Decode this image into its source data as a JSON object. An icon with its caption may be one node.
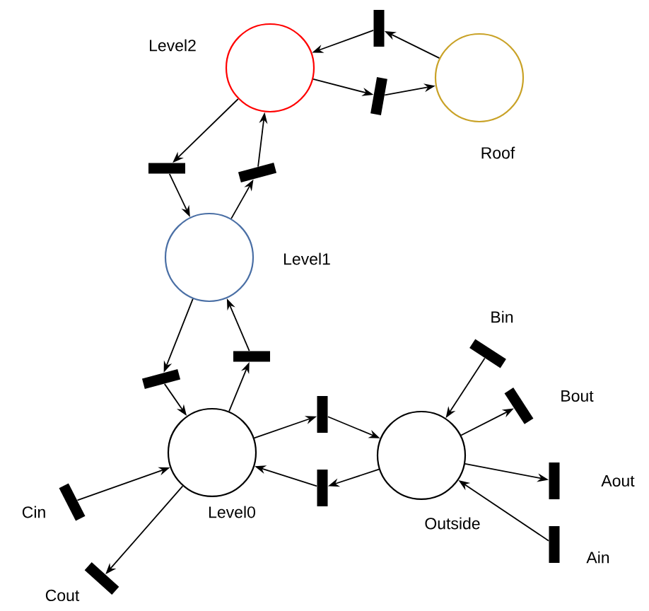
{
  "diagram": {
    "nodes": [
      {
        "text": [
          "Level2"
        ]
      },
      {
        "text": [
          "Roof"
        ]
      },
      {
        "text": [
          "Level1"
        ]
      },
      {
        "text": [
          "Level0"
        ]
      },
      {
        "text": [
          "Outside"
        ]
      },
      {
        "text": [],
        "shape": "bar"
      },
      {
        "text": [],
        "shape": "bar"
      },
      {
        "text": [],
        "shape": "bar"
      },
      {
        "text": [],
        "shape": "bar"
      },
      {
        "text": [],
        "shape": "bar"
      },
      {
        "text": [],
        "shape": "bar"
      },
      {
        "text": [],
        "shape": "bar"
      },
      {
        "text": [],
        "shape": "bar"
      },
      {
        "text": [],
        "shape": "bar",
        "beside": [
          "Bin"
        ]
      },
      {
        "text": [],
        "shape": "bar",
        "beside": [
          "Bout"
        ]
      },
      {
        "text": [],
        "shape": "bar",
        "beside": [
          "Aout"
        ]
      },
      {
        "text": [],
        "shape": "bar",
        "beside": [
          "Ain"
        ]
      },
      {
        "text": [],
        "shape": "bar",
        "beside": [
          "Cin"
        ]
      },
      {
        "text": [],
        "shape": "bar",
        "beside": [
          "Cout"
        ]
      }
    ],
    "edges": [
      {
        "from": 1,
        "to": 5,
        "arrow": "to"
      },
      {
        "from": 5,
        "to": 0,
        "arrow": "to"
      },
      {
        "from": 0,
        "to": 6,
        "arrow": "to"
      },
      {
        "from": 6,
        "to": 1,
        "arrow": "to"
      },
      {
        "from": 0,
        "to": 7,
        "arrow": "to"
      },
      {
        "from": 7,
        "to": 2,
        "arrow": "to"
      },
      {
        "from": 2,
        "to": 8,
        "arrow": "to"
      },
      {
        "from": 8,
        "to": 0,
        "arrow": "to"
      },
      {
        "from": 2,
        "to": 9,
        "arrow": "to"
      },
      {
        "from": 9,
        "to": 3,
        "arrow": "to"
      },
      {
        "from": 3,
        "to": 10,
        "arrow": "to"
      },
      {
        "from": 10,
        "to": 2,
        "arrow": "to"
      },
      {
        "from": 3,
        "to": 11,
        "arrow": "to"
      },
      {
        "from": 11,
        "to": 4,
        "arrow": "to"
      },
      {
        "from": 4,
        "to": 12,
        "arrow": "to"
      },
      {
        "from": 12,
        "to": 3,
        "arrow": "to"
      },
      {
        "from": 13,
        "to": 4,
        "arrow": "to"
      },
      {
        "from": 4,
        "to": 14,
        "arrow": "to"
      },
      {
        "from": 4,
        "to": 15,
        "arrow": "to"
      },
      {
        "from": 16,
        "to": 4,
        "arrow": "to"
      },
      {
        "from": 17,
        "to": 3,
        "arrow": "to"
      },
      {
        "from": 3,
        "to": 18,
        "arrow": "to"
      }
    ]
  }
}
